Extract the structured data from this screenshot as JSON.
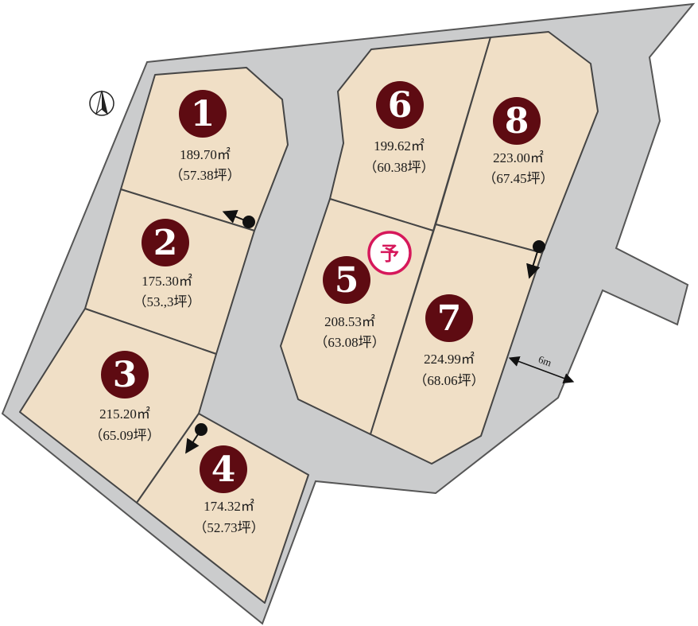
{
  "colors": {
    "road": "#cbcccd",
    "road_outline": "#565656",
    "lot_fill": "#f0dfc6",
    "lot_outline": "#454545",
    "lot_badge": "#5e0b12",
    "reserved": "#d6185b"
  },
  "compass": {
    "icon": "north-arrow-icon"
  },
  "lots": [
    {
      "num": "1",
      "area_sqm": "189.70㎡",
      "area_tsubo": "（57.38坪）"
    },
    {
      "num": "2",
      "area_sqm": "175.30㎡",
      "area_tsubo": "（53.,3坪）"
    },
    {
      "num": "3",
      "area_sqm": "215.20㎡",
      "area_tsubo": "（65.09坪）"
    },
    {
      "num": "4",
      "area_sqm": "174.32㎡",
      "area_tsubo": "（52.73坪）"
    },
    {
      "num": "5",
      "area_sqm": "208.53㎡",
      "area_tsubo": "（63.08坪）"
    },
    {
      "num": "6",
      "area_sqm": "199.62㎡",
      "area_tsubo": "（60.38坪）"
    },
    {
      "num": "7",
      "area_sqm": "224.99㎡",
      "area_tsubo": "（68.06坪）"
    },
    {
      "num": "8",
      "area_sqm": "223.00㎡",
      "area_tsubo": "（67.45坪）"
    }
  ],
  "reserved_badge": {
    "label": "予"
  },
  "road_width": {
    "label": "6m"
  }
}
